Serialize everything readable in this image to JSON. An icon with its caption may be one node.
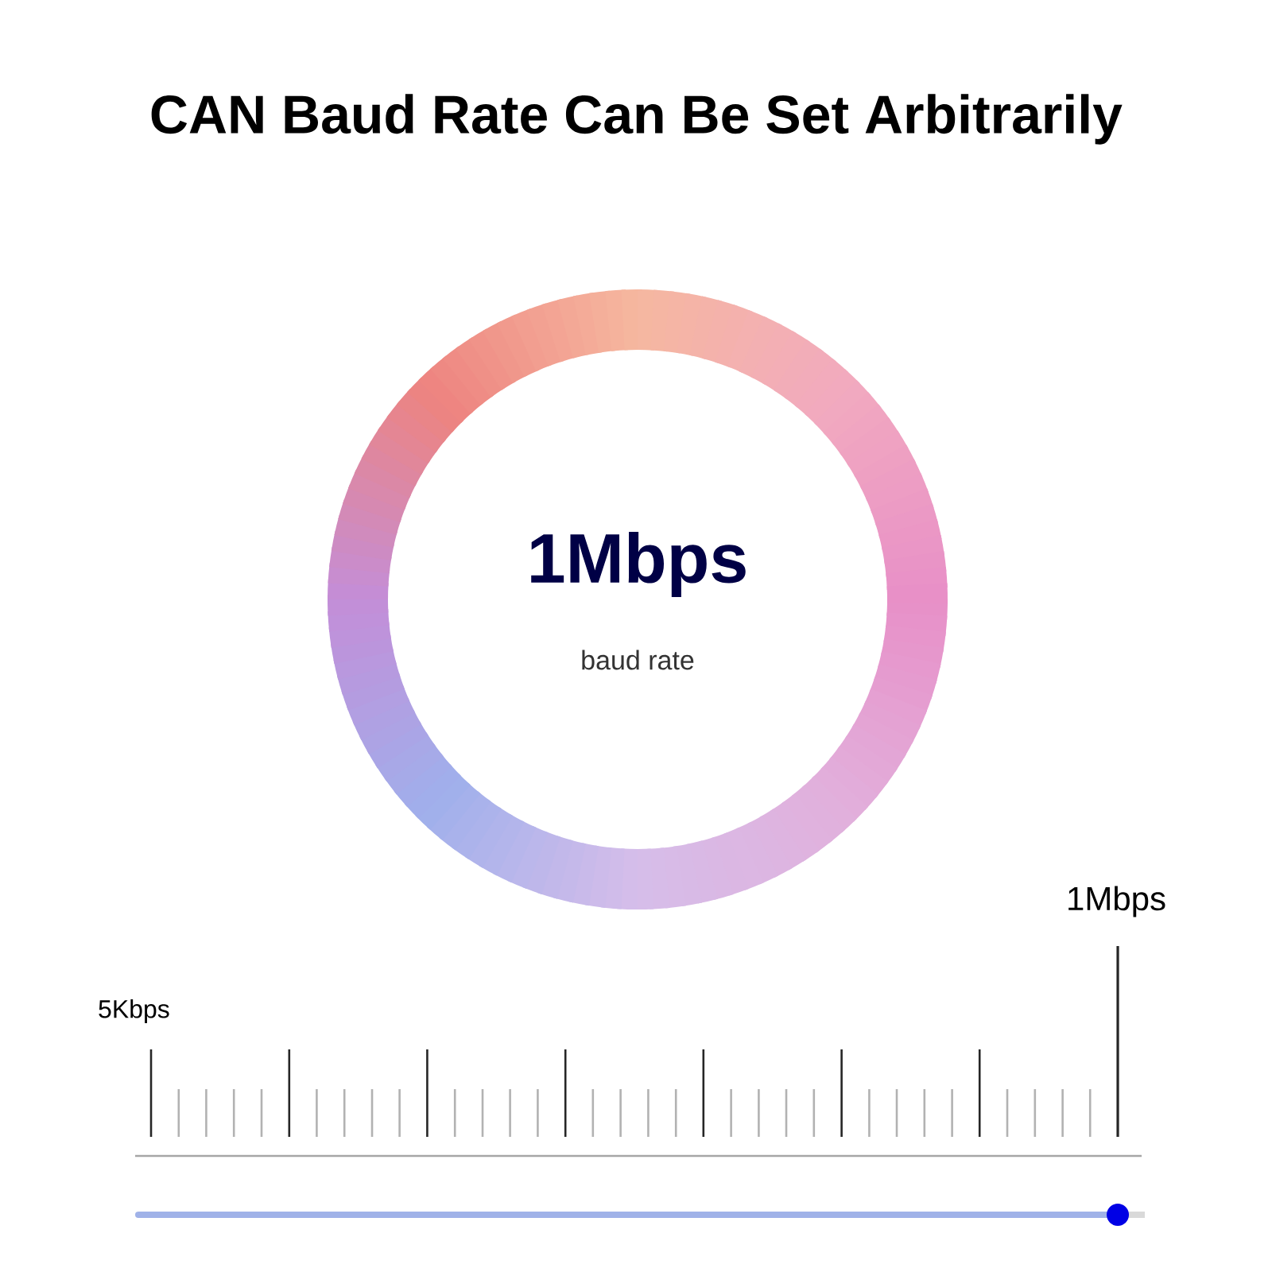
{
  "diagram": {
    "title": "CAN Baud Rate Can Be Set Arbitrarily",
    "nodes": [
      {
        "text": [
          "1Mbps",
          "baud rate"
        ]
      }
    ],
    "labels": [
      "5Kbps",
      "1Mbps"
    ]
  }
}
